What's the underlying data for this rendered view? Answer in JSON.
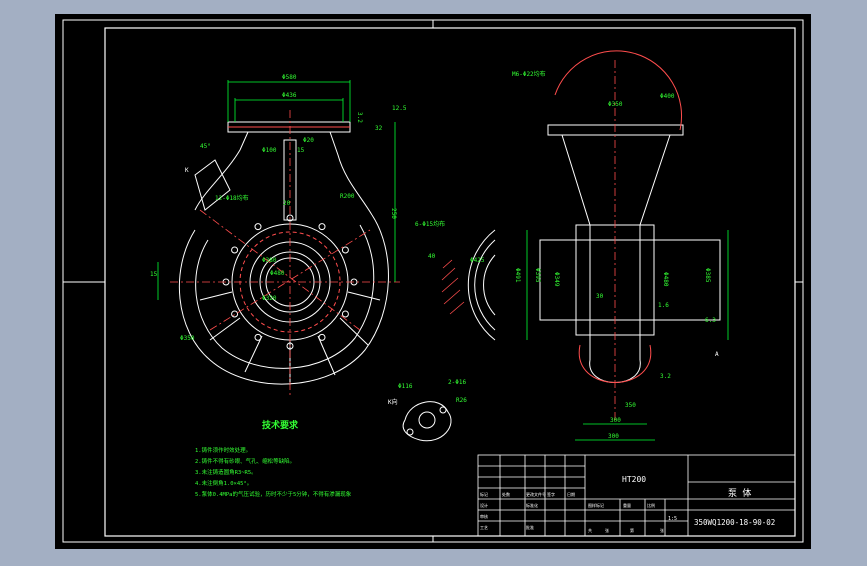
{
  "colors": {
    "background": "#a3afc3",
    "canvas": "#000000",
    "line": "#ffffff",
    "hatch": "#ff4d4d",
    "dimension": "#00ff33",
    "text_green": "#33ff33"
  },
  "drawing": {
    "material": "HT200",
    "part_name": "泵 体",
    "drawing_number": "350WQ1200-18-90-02",
    "scale": "1:5",
    "view_label_k": "K",
    "view_label_k_dir": "K向",
    "tech_req": {
      "title": "技术要求",
      "items": [
        "1.铸件须作时效处理。",
        "2.铸件不得有砂眼、气孔、缩松等缺陷。",
        "3.未注铸造圆角R3~R5。",
        "4.未注倒角1.0×45°。",
        "5.泵体0.4MPa的气压试验，历时不少于5分钟，不得有渗漏现象"
      ]
    },
    "dims_front": [
      "Φ580",
      "Φ436",
      "Φ100",
      "Φ20",
      "15",
      "45°",
      "R200",
      "250",
      "Φ380",
      "Φ320",
      "12-Φ18均布",
      "20",
      "15",
      "Φ480",
      "32",
      "Φ350",
      "3.2",
      "12.5"
    ],
    "dims_side": [
      "M6-Φ22均布",
      "Φ350",
      "Φ400",
      "Φ491",
      "Φ395",
      "Φ349",
      "Φ480",
      "Φ385",
      "30",
      "350",
      "300",
      "300",
      "6.3",
      "A",
      "1.6",
      "3.2"
    ],
    "dims_k": [
      "Φ116",
      "2-Φ16",
      "R26"
    ],
    "dims_section": [
      "6-Φ15均布",
      "Φ425",
      "40"
    ],
    "title_block_labels": [
      "标记",
      "处数",
      "更改文件号",
      "签字",
      "日期",
      "设计",
      "审核",
      "工艺",
      "标准化",
      "批准",
      "图样标记",
      "重量",
      "比例",
      "共",
      "张",
      "第",
      "张"
    ]
  }
}
